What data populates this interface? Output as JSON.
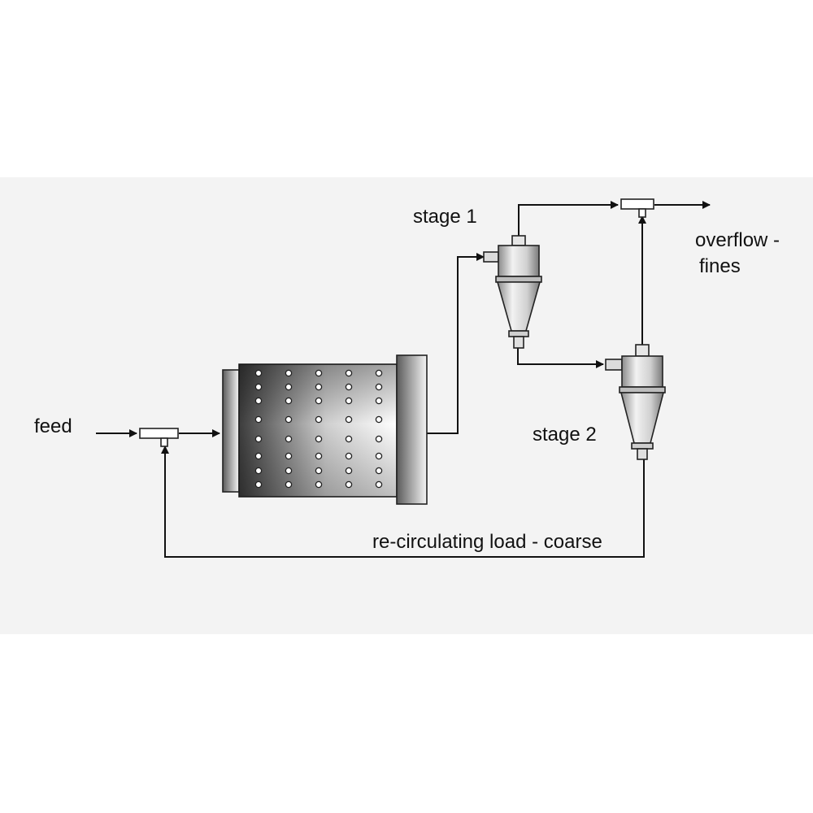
{
  "labels": {
    "feed": "feed",
    "stage1": "stage 1",
    "stage2": "stage 2",
    "overflow_line1": "overflow -",
    "overflow_line2": "fines",
    "recirculating": "re-circulating load - coarse"
  },
  "colors": {
    "line": "#111111",
    "background_band": "#f3f3f3",
    "mill_dark": "#4a4a4a",
    "mill_light": "#ffffff"
  },
  "equipment": {
    "mill": "ball mill",
    "cyclone_stage1": "hydrocyclone",
    "cyclone_stage2": "hydrocyclone",
    "junctions": [
      "feed tee",
      "overflow tee"
    ]
  }
}
